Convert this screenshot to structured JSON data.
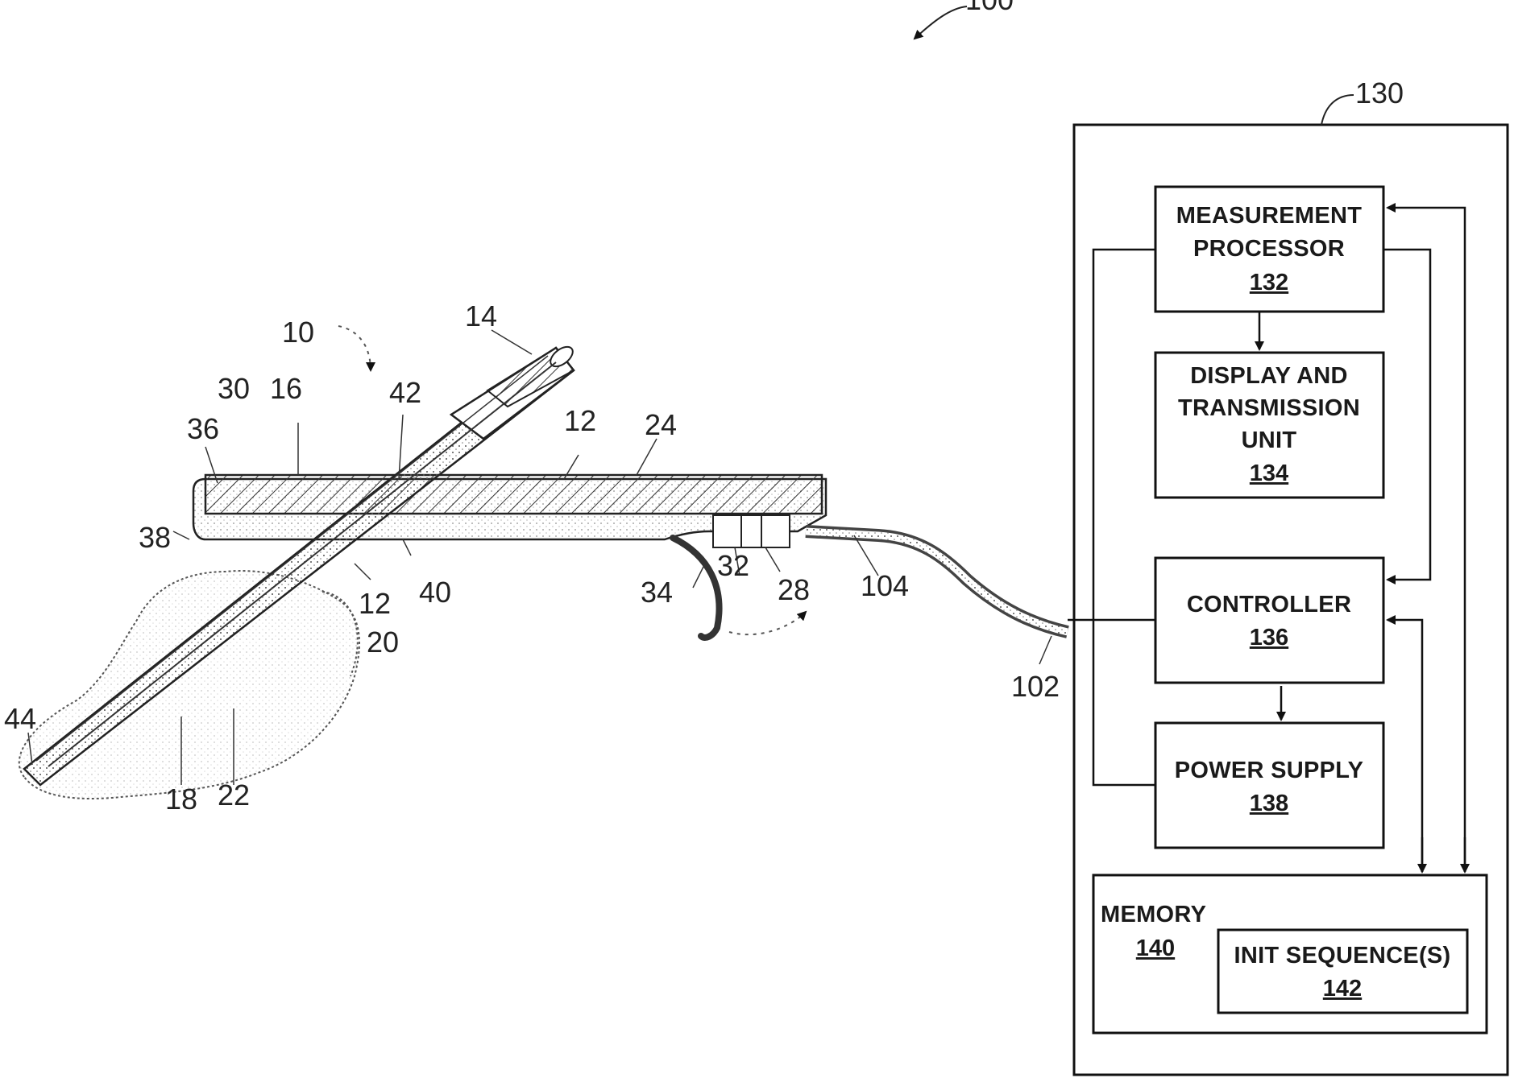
{
  "figure": {
    "system_ref": "100",
    "controller_unit_ref": "130"
  },
  "blocks": {
    "measurement_processor": {
      "line1": "MEASUREMENT",
      "line2": "PROCESSOR",
      "ref": "132"
    },
    "display_unit": {
      "line1": "DISPLAY AND",
      "line2": "TRANSMISSION",
      "line3": "UNIT",
      "ref": "134"
    },
    "controller": {
      "line1": "CONTROLLER",
      "ref": "136"
    },
    "power_supply": {
      "line1": "POWER SUPPLY",
      "ref": "138"
    },
    "memory": {
      "line1": "MEMORY",
      "ref": "140"
    },
    "init_sequence": {
      "line1": "INIT SEQUENCE(S)",
      "ref": "142"
    }
  },
  "device_labels": {
    "l10": "10",
    "l14": "14",
    "l30": "30",
    "l16": "16",
    "l42": "42",
    "l12_top": "12",
    "l24": "24",
    "l36": "36",
    "l38": "38",
    "l40": "40",
    "l12_mid": "12",
    "l20": "20",
    "l34": "34",
    "l32": "32",
    "l28": "28",
    "l104": "104",
    "l102": "102",
    "l44": "44",
    "l18": "18",
    "l22": "22"
  }
}
